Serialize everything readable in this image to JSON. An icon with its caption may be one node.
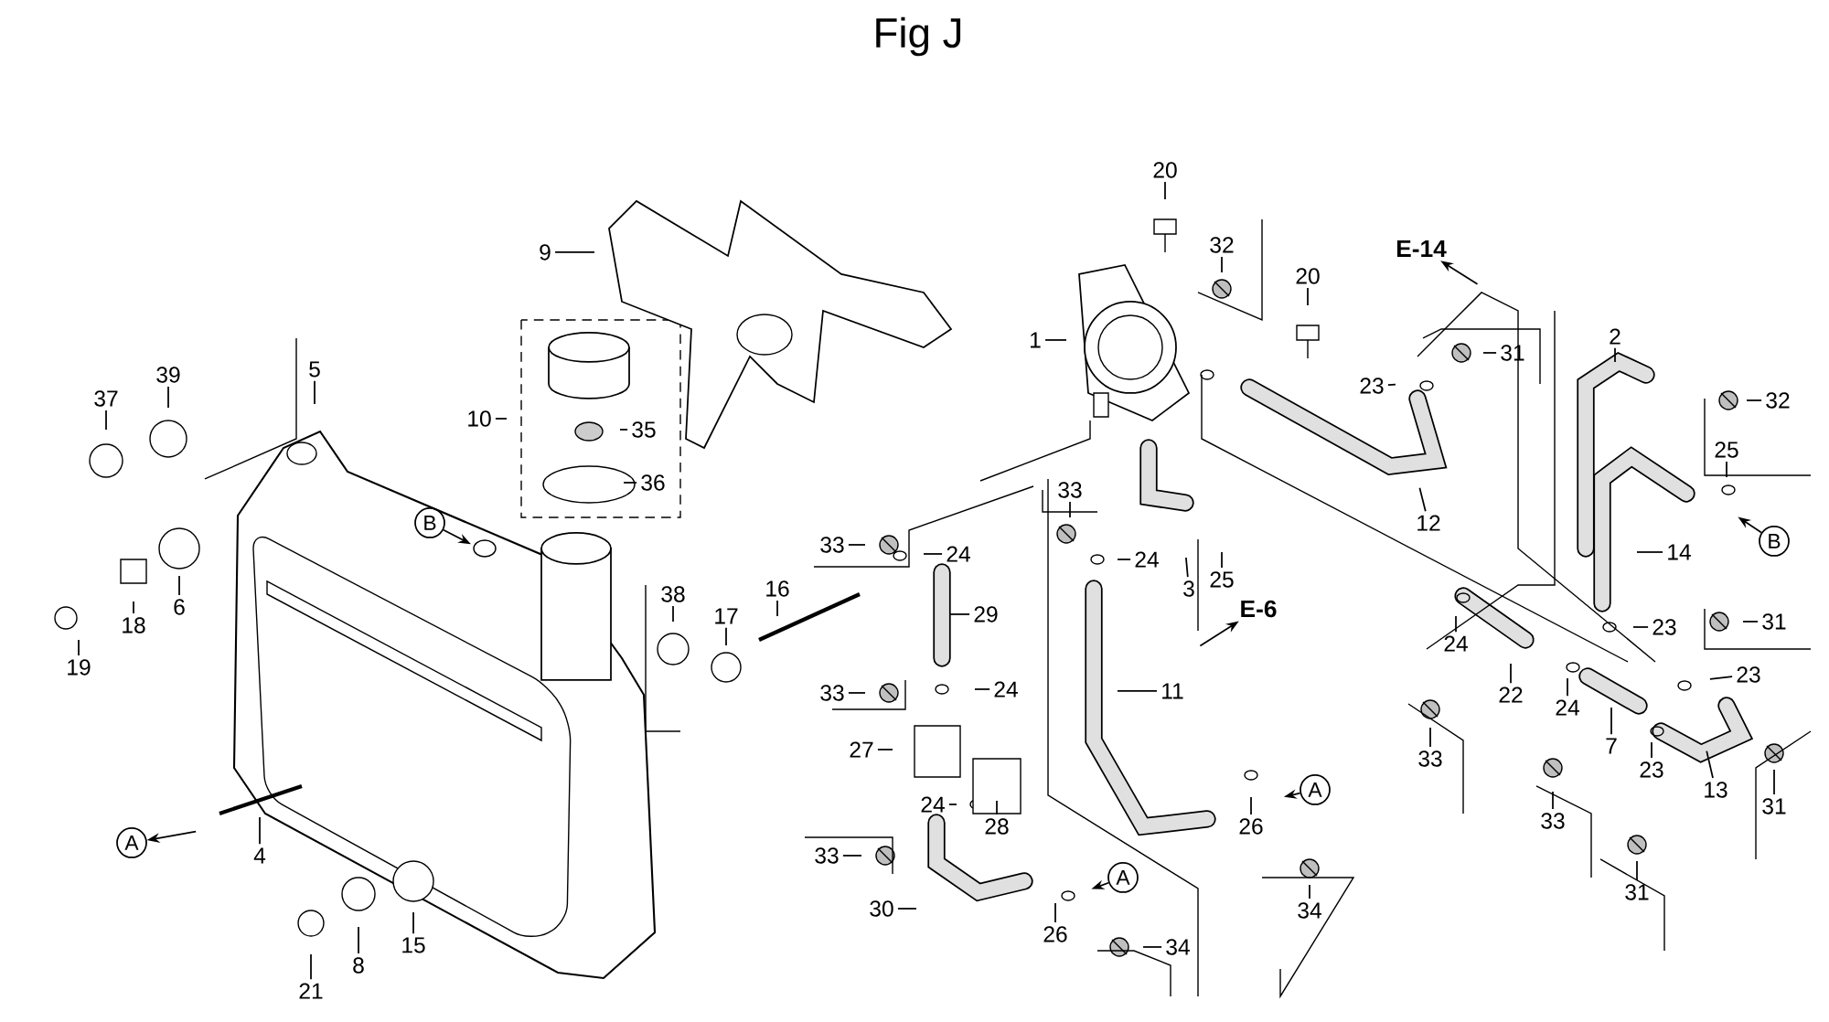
{
  "diagram": {
    "title": "Fig J",
    "nodes": [
      {
        "text": [
          "1"
        ]
      },
      {
        "text": [
          "2"
        ]
      },
      {
        "text": [
          "3"
        ]
      },
      {
        "text": [
          "4"
        ]
      },
      {
        "text": [
          "5"
        ]
      },
      {
        "text": [
          "6"
        ]
      },
      {
        "text": [
          "7"
        ]
      },
      {
        "text": [
          "8"
        ]
      },
      {
        "text": [
          "9"
        ]
      },
      {
        "text": [
          "10"
        ]
      },
      {
        "text": [
          "11"
        ]
      },
      {
        "text": [
          "12"
        ]
      },
      {
        "text": [
          "13"
        ]
      },
      {
        "text": [
          "14"
        ]
      },
      {
        "text": [
          "15"
        ]
      },
      {
        "text": [
          "16"
        ]
      },
      {
        "text": [
          "17"
        ]
      },
      {
        "text": [
          "18"
        ]
      },
      {
        "text": [
          "19"
        ]
      },
      {
        "text": [
          "20"
        ]
      },
      {
        "text": [
          "20"
        ]
      },
      {
        "text": [
          "21"
        ]
      },
      {
        "text": [
          "22"
        ]
      },
      {
        "text": [
          "23"
        ]
      },
      {
        "text": [
          "23"
        ]
      },
      {
        "text": [
          "23"
        ]
      },
      {
        "text": [
          "23"
        ]
      },
      {
        "text": [
          "24"
        ]
      },
      {
        "text": [
          "24"
        ]
      },
      {
        "text": [
          "24"
        ]
      },
      {
        "text": [
          "24"
        ]
      },
      {
        "text": [
          "24"
        ]
      },
      {
        "text": [
          "24"
        ]
      },
      {
        "text": [
          "25"
        ]
      },
      {
        "text": [
          "25"
        ]
      },
      {
        "text": [
          "26"
        ]
      },
      {
        "text": [
          "26"
        ]
      },
      {
        "text": [
          "27"
        ]
      },
      {
        "text": [
          "28"
        ]
      },
      {
        "text": [
          "29"
        ]
      },
      {
        "text": [
          "30"
        ]
      },
      {
        "text": [
          "31"
        ]
      },
      {
        "text": [
          "31"
        ]
      },
      {
        "text": [
          "31"
        ]
      },
      {
        "text": [
          "31"
        ]
      },
      {
        "text": [
          "32"
        ]
      },
      {
        "text": [
          "32"
        ]
      },
      {
        "text": [
          "33"
        ]
      },
      {
        "text": [
          "33"
        ]
      },
      {
        "text": [
          "33"
        ]
      },
      {
        "text": [
          "33"
        ]
      },
      {
        "text": [
          "33"
        ]
      },
      {
        "text": [
          "33"
        ]
      },
      {
        "text": [
          "34"
        ]
      },
      {
        "text": [
          "34"
        ]
      },
      {
        "text": [
          "35"
        ]
      },
      {
        "text": [
          "36"
        ]
      },
      {
        "text": [
          "37"
        ]
      },
      {
        "text": [
          "38"
        ]
      },
      {
        "text": [
          "39"
        ]
      },
      {
        "text": [
          "A"
        ]
      },
      {
        "text": [
          "B"
        ]
      },
      {
        "text": [
          "A"
        ]
      },
      {
        "text": [
          "A"
        ]
      },
      {
        "text": [
          "B"
        ]
      },
      {
        "text": [
          "E-14"
        ]
      },
      {
        "text": [
          "E-6"
        ]
      }
    ],
    "edges": [
      {
        "from": 0,
        "to": null,
        "arrow": "none"
      },
      {
        "from": 1,
        "to": null,
        "arrow": "none"
      },
      {
        "from": 2,
        "to": null,
        "arrow": "none"
      },
      {
        "from": 3,
        "to": null,
        "arrow": "none"
      },
      {
        "from": 4,
        "to": null,
        "arrow": "none"
      },
      {
        "from": 5,
        "to": null,
        "arrow": "none"
      },
      {
        "from": 6,
        "to": null,
        "arrow": "none"
      },
      {
        "from": 7,
        "to": null,
        "arrow": "none"
      },
      {
        "from": 8,
        "to": null,
        "arrow": "none"
      },
      {
        "from": 9,
        "to": null,
        "arrow": "none"
      },
      {
        "from": 10,
        "to": null,
        "arrow": "none"
      },
      {
        "from": 11,
        "to": null,
        "arrow": "none"
      },
      {
        "from": 12,
        "to": null,
        "arrow": "none"
      },
      {
        "from": 13,
        "to": null,
        "arrow": "none"
      },
      {
        "from": 14,
        "to": null,
        "arrow": "none"
      },
      {
        "from": 15,
        "to": null,
        "arrow": "none"
      },
      {
        "from": 16,
        "to": null,
        "arrow": "none"
      },
      {
        "from": 17,
        "to": null,
        "arrow": "none"
      },
      {
        "from": 18,
        "to": null,
        "arrow": "none"
      },
      {
        "from": 19,
        "to": null,
        "arrow": "none"
      },
      {
        "from": 20,
        "to": null,
        "arrow": "none"
      },
      {
        "from": 21,
        "to": null,
        "arrow": "none"
      },
      {
        "from": 22,
        "to": null,
        "arrow": "none"
      },
      {
        "from": 23,
        "to": null,
        "arrow": "none"
      },
      {
        "from": 24,
        "to": null,
        "arrow": "none"
      },
      {
        "from": 25,
        "to": null,
        "arrow": "none"
      },
      {
        "from": 26,
        "to": null,
        "arrow": "none"
      },
      {
        "from": 27,
        "to": null,
        "arrow": "none"
      },
      {
        "from": 28,
        "to": null,
        "arrow": "none"
      },
      {
        "from": 29,
        "to": null,
        "arrow": "none"
      },
      {
        "from": 30,
        "to": null,
        "arrow": "none"
      },
      {
        "from": 31,
        "to": null,
        "arrow": "none"
      },
      {
        "from": 32,
        "to": null,
        "arrow": "none"
      },
      {
        "from": 33,
        "to": null,
        "arrow": "none"
      },
      {
        "from": 34,
        "to": null,
        "arrow": "none"
      },
      {
        "from": 35,
        "to": null,
        "arrow": "none"
      },
      {
        "from": 36,
        "to": null,
        "arrow": "none"
      },
      {
        "from": 37,
        "to": null,
        "arrow": "none"
      },
      {
        "from": 38,
        "to": null,
        "arrow": "none"
      },
      {
        "from": 39,
        "to": null,
        "arrow": "none"
      },
      {
        "from": 40,
        "to": null,
        "arrow": "none"
      },
      {
        "from": 41,
        "to": null,
        "arrow": "none"
      },
      {
        "from": 42,
        "to": null,
        "arrow": "none"
      },
      {
        "from": 43,
        "to": null,
        "arrow": "none"
      },
      {
        "from": 44,
        "to": null,
        "arrow": "none"
      },
      {
        "from": 45,
        "to": null,
        "arrow": "none"
      },
      {
        "from": 46,
        "to": null,
        "arrow": "none"
      },
      {
        "from": 47,
        "to": null,
        "arrow": "none"
      },
      {
        "from": 48,
        "to": null,
        "arrow": "none"
      },
      {
        "from": 49,
        "to": null,
        "arrow": "none"
      },
      {
        "from": 50,
        "to": null,
        "arrow": "none"
      },
      {
        "from": 51,
        "to": null,
        "arrow": "none"
      },
      {
        "from": 52,
        "to": null,
        "arrow": "none"
      },
      {
        "from": 53,
        "to": null,
        "arrow": "none"
      },
      {
        "from": 54,
        "to": null,
        "arrow": "none"
      },
      {
        "from": 55,
        "to": null,
        "arrow": "none"
      },
      {
        "from": 56,
        "to": null,
        "arrow": "none"
      },
      {
        "from": 57,
        "to": null,
        "arrow": "none"
      },
      {
        "from": 58,
        "to": null,
        "arrow": "none"
      },
      {
        "from": 59,
        "to": null,
        "arrow": "none"
      },
      {
        "from": null,
        "to": 60,
        "arrow": "to"
      },
      {
        "from": 61,
        "to": null,
        "arrow": "to"
      },
      {
        "from": 62,
        "to": null,
        "arrow": "to"
      },
      {
        "from": 63,
        "to": null,
        "arrow": "to"
      },
      {
        "from": 64,
        "to": null,
        "arrow": "to"
      },
      {
        "from": null,
        "to": 65,
        "arrow": "to"
      },
      {
        "from": null,
        "to": 66,
        "arrow": "to"
      }
    ]
  }
}
